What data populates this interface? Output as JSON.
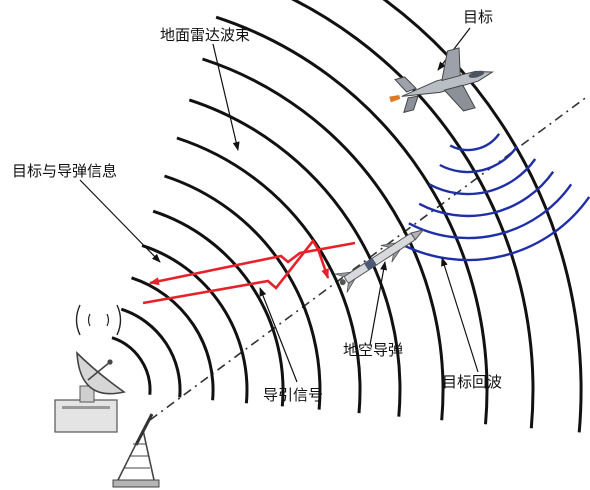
{
  "labels": {
    "target": "目标",
    "ground_radar_beam": "地面雷达波束",
    "target_missile_info": "目标与导弹信息",
    "guidance_signal": "导引信号",
    "sam_missile": "地空导弹",
    "target_echo": "目标回波"
  },
  "colors": {
    "radar_wave": "#111111",
    "echo_wave": "#1f2fa8",
    "signal": "#e8202a",
    "los_line": "#333333"
  },
  "icons": {
    "aircraft": "fighter-jet-icon",
    "missile": "missile-icon",
    "radar_dish": "radar-dish-icon",
    "launcher": "missile-launcher-icon"
  }
}
